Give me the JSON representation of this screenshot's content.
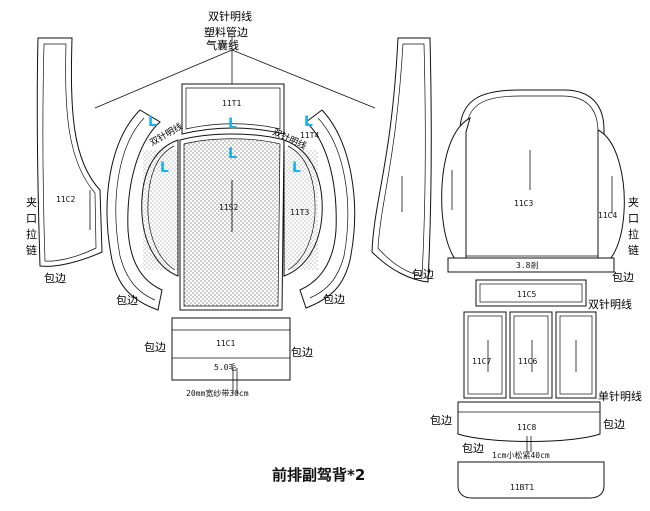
{
  "title": "前排副驾背*2",
  "notes": {
    "top_double_stitch": "双针明线",
    "top_plastic_edge": "塑料管边",
    "top_bag_stitch": "气囊线",
    "double_stitch_right": "双针明线",
    "single_stitch_right": "单针明线",
    "zipper_left": "夹口拉链",
    "zipper_right": "夹口拉链",
    "edge": "包边",
    "width_5": "5.0毛",
    "width_38": "3.8剎",
    "strap": "20mm宽纱带30cm",
    "elastic": "1cm小松紧40cm",
    "L": "L",
    "side_stitch": "双针明线"
  },
  "pieces": {
    "p11T1": "11T1",
    "p11S2": "11S2",
    "p11T3": "11T3",
    "p11T4": "11T4",
    "p11C1": "11C1",
    "p11C2": "11C2",
    "p11C3": "11C3",
    "p11C4": "11C4",
    "p11C5": "11C5",
    "p11C6": "11C6",
    "p11C7": "11C7",
    "p11C8": "11C8",
    "p11BT1": "11BT1"
  },
  "colors": {
    "line": "#111111",
    "accent_L": "#19b4e6"
  }
}
